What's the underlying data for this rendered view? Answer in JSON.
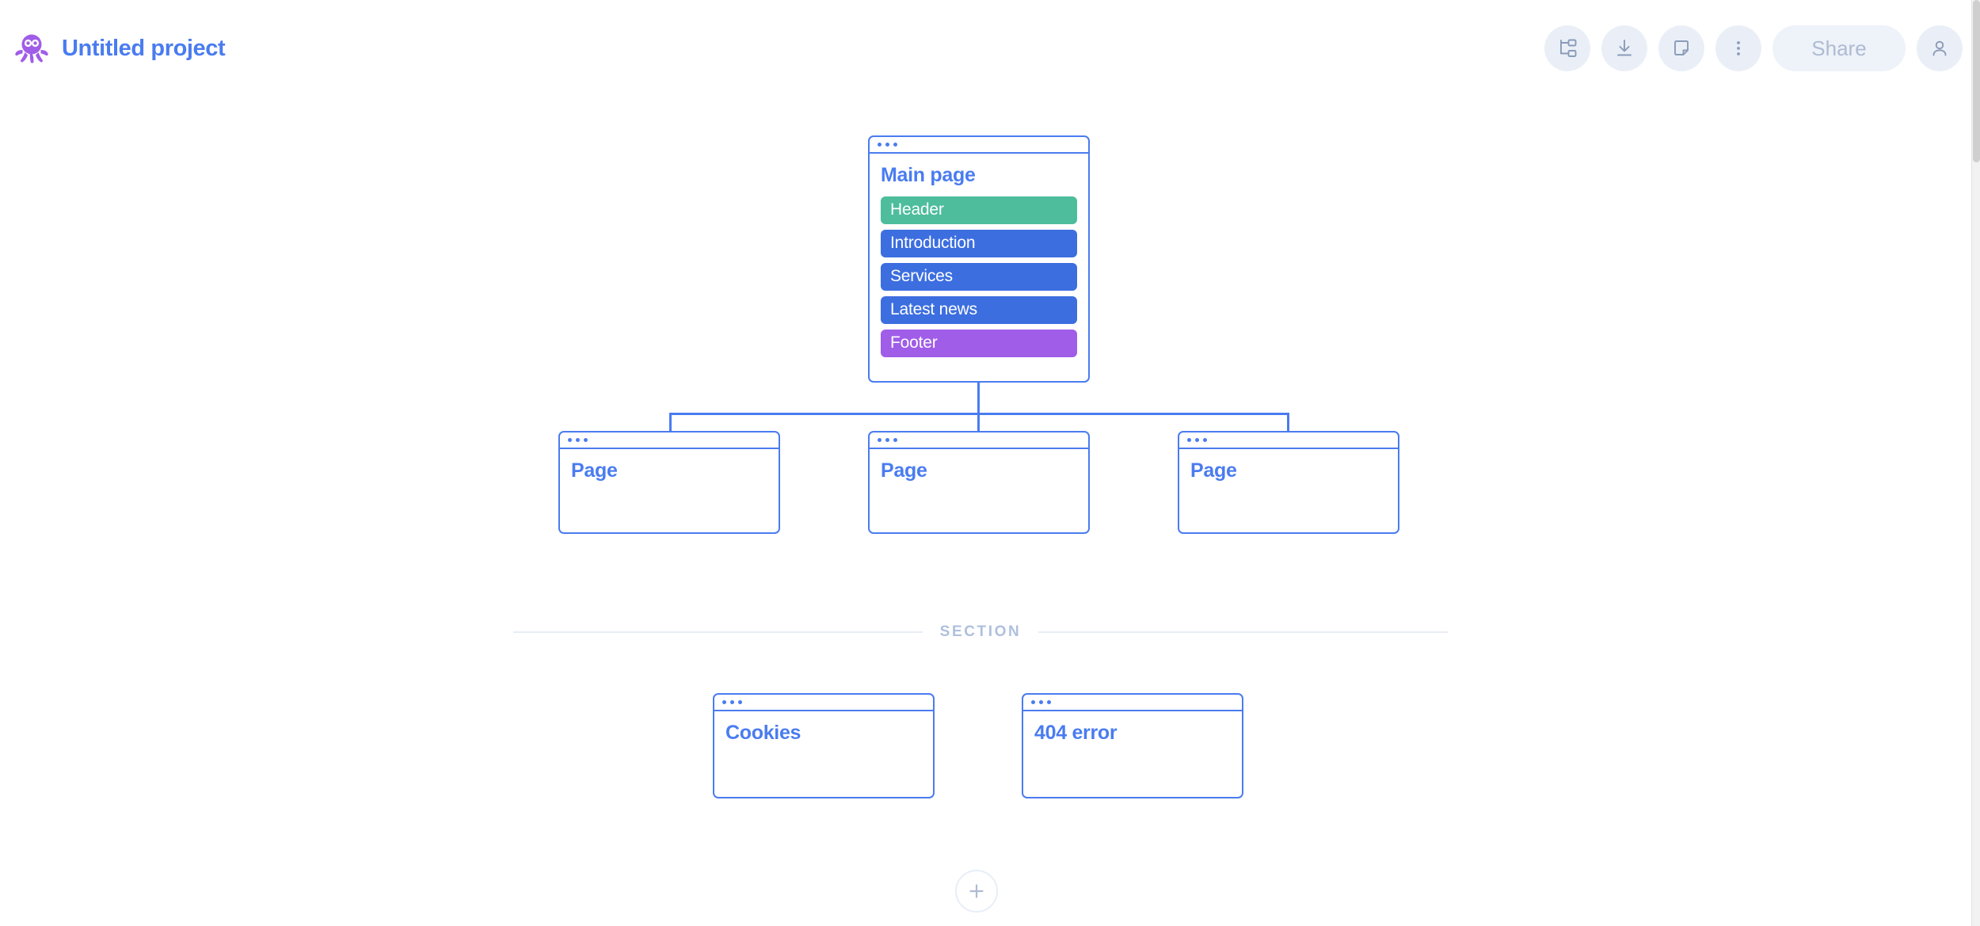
{
  "app": {
    "logo_icon": "octopus-logo-icon",
    "project_title": "Untitled project",
    "brand_color": "#4a7cf0",
    "logo_color": "#a05de8",
    "canvas_background": "#ffffff"
  },
  "toolbar": {
    "buttons": [
      {
        "name": "sitemap-view-button",
        "icon": "sitemap-icon",
        "label": ""
      },
      {
        "name": "download-button",
        "icon": "download-icon",
        "label": ""
      },
      {
        "name": "note-button",
        "icon": "note-icon",
        "label": ""
      },
      {
        "name": "more-options-button",
        "icon": "more-vertical-icon",
        "label": ""
      }
    ],
    "share_label": "Share",
    "share_text_color": "#aebbd2",
    "share_background": "#eef2f9",
    "icon_background": "#eaeff7",
    "account_icon": "user-icon"
  },
  "sitemap": {
    "root": {
      "title": "Main page",
      "window_dots": 3,
      "blocks": [
        {
          "label": "Header",
          "color": "#4dbd9c"
        },
        {
          "label": "Introduction",
          "color": "#3c6ee0"
        },
        {
          "label": "Services",
          "color": "#3c6ee0"
        },
        {
          "label": "Latest news",
          "color": "#3c6ee0"
        },
        {
          "label": "Footer",
          "color": "#a05de8"
        }
      ]
    },
    "children": [
      {
        "title": "Page",
        "window_dots": 3
      },
      {
        "title": "Page",
        "window_dots": 3
      },
      {
        "title": "Page",
        "window_dots": 3
      }
    ],
    "connector_color": "#4a7cf0"
  },
  "section": {
    "label": "SECTION",
    "label_color": "#afc0dd",
    "line_color": "#e8ecf4",
    "cards": [
      {
        "title": "Cookies",
        "window_dots": 3
      },
      {
        "title": "404 error",
        "window_dots": 3
      }
    ]
  },
  "add_button": {
    "name": "add-section-button",
    "icon": "plus-icon",
    "border_color": "#e8eef7"
  },
  "scrollbar": {
    "track_color": "#f2f2f2",
    "thumb_color": "#cfcfcf"
  }
}
